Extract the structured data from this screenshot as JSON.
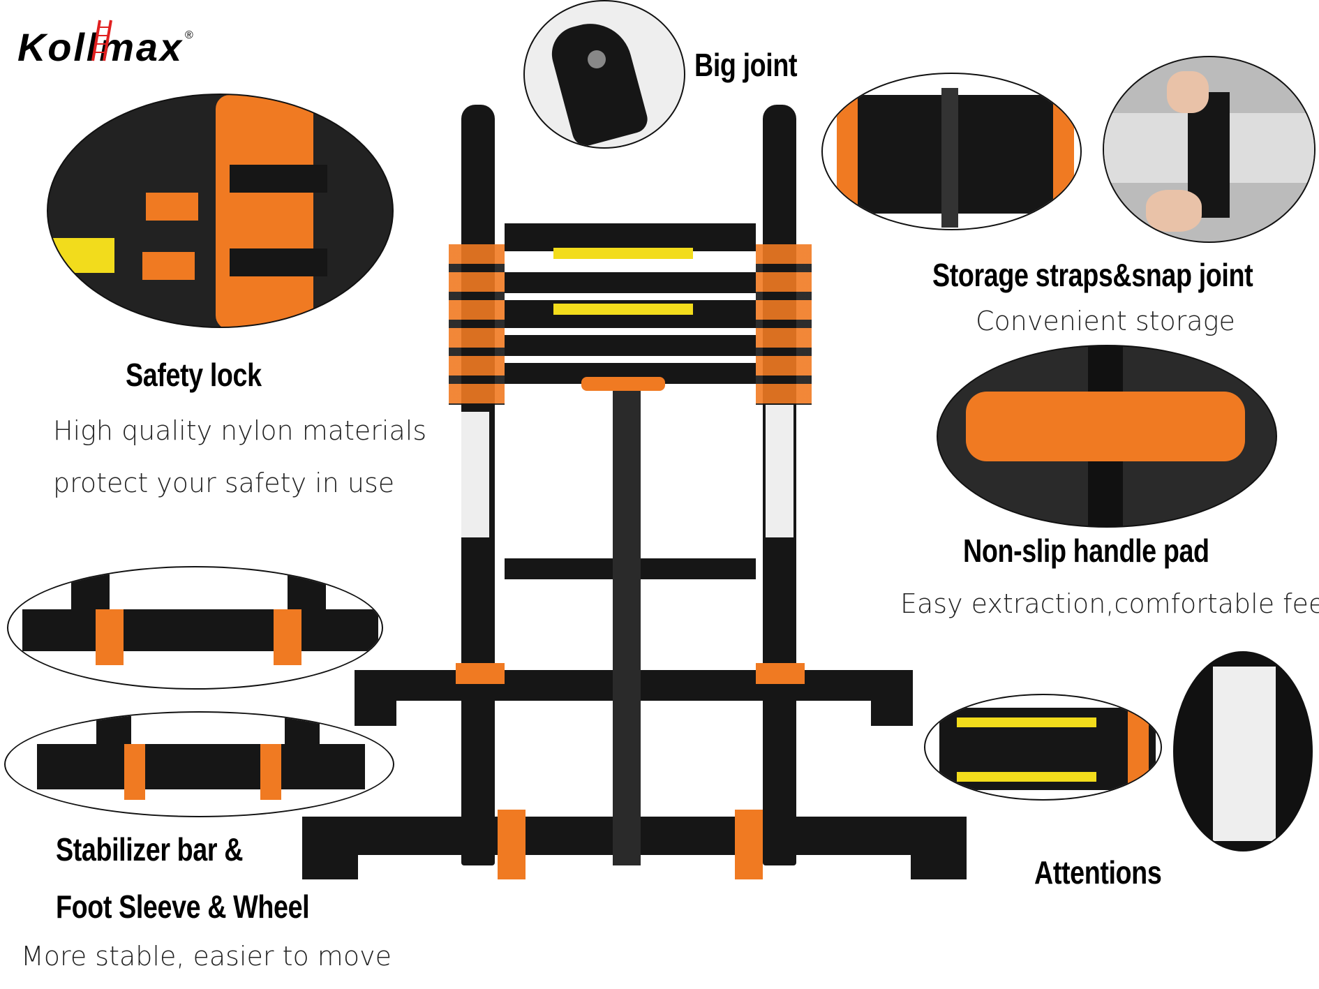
{
  "brand": {
    "logo_text": "Kollmax",
    "registered": "®"
  },
  "features": {
    "big_joint": {
      "title": "Big joint"
    },
    "storage": {
      "title": "Storage straps&snap joint",
      "subtitle": "Convenient storage"
    },
    "handle_pad": {
      "title": "Non-slip handle pad",
      "subtitle": "Easy extraction,comfortable feel"
    },
    "attentions": {
      "title": "Attentions"
    },
    "safety_lock": {
      "title": "Safety lock",
      "line1": "High quality nylon materials",
      "line2": "protect your safety in use"
    },
    "stabilizer": {
      "title_line1": "Stabilizer bar &",
      "title_line2": "Foot Sleeve & Wheel",
      "subtitle": "More stable, easier to move"
    }
  },
  "colors": {
    "accent": "#f07a22",
    "dark": "#161616",
    "logo_red": "#e02020"
  }
}
